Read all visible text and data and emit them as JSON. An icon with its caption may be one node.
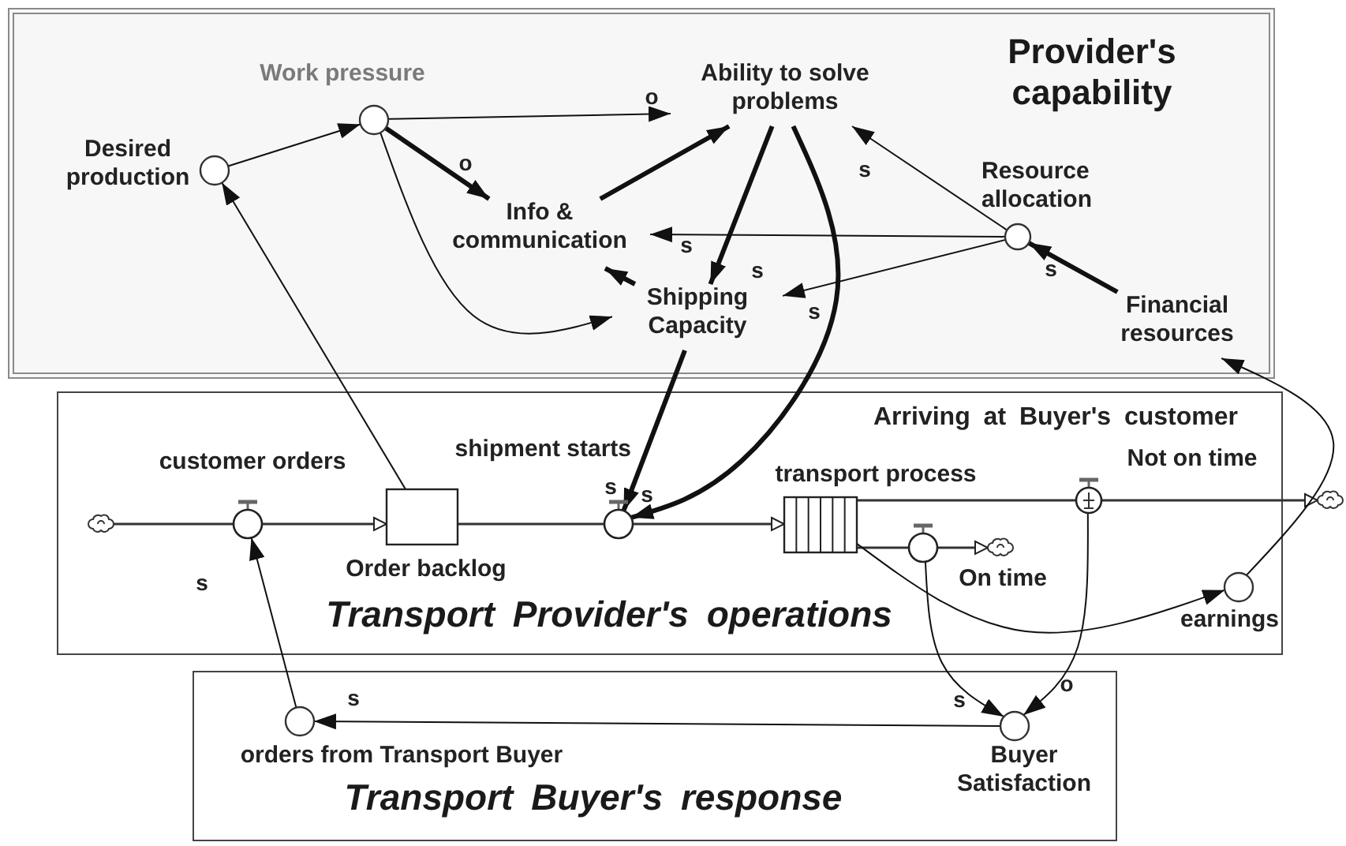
{
  "diagram": {
    "nodes": [
      {
        "text": [
          "Provider's capability"
        ]
      },
      {
        "text": [
          "Desired production"
        ],
        "in": 0
      },
      {
        "text": [
          "Work pressure"
        ],
        "in": 0
      },
      {
        "text": [
          "Ability to solve problems"
        ],
        "in": 0
      },
      {
        "text": [
          "Info & communication"
        ],
        "in": 0
      },
      {
        "text": [
          "Resource allocation"
        ],
        "in": 0
      },
      {
        "text": [
          "Shipping Capacity"
        ],
        "in": 0
      },
      {
        "text": [
          "Financial resources"
        ],
        "in": 0
      },
      {
        "text": [
          "Transport Provider's operations"
        ]
      },
      {
        "text": [],
        "shape": "cloud",
        "in": 8
      },
      {
        "text": [
          "customer orders"
        ],
        "in": 8
      },
      {
        "text": [
          "Order backlog"
        ],
        "in": 8
      },
      {
        "text": [
          "shipment starts"
        ],
        "in": 8
      },
      {
        "text": [
          "transport process"
        ],
        "in": 8
      },
      {
        "text": [
          "Not on time"
        ],
        "in": 8
      },
      {
        "text": [],
        "shape": "cloud"
      },
      {
        "text": [
          "On time"
        ],
        "in": 8
      },
      {
        "text": [],
        "shape": "cloud",
        "in": 8
      },
      {
        "text": [
          "earnings"
        ],
        "in": 8
      },
      {
        "text": [
          "Transport Buyer's response"
        ]
      },
      {
        "text": [
          "orders from Transport Buyer"
        ],
        "in": 19
      },
      {
        "text": [
          "Buyer Satisfaction"
        ],
        "in": 19
      }
    ],
    "edges": [
      {
        "from": 1,
        "to": 2,
        "arrow": "to"
      },
      {
        "from": 2,
        "to": 3,
        "arrow": "to",
        "label": "o"
      },
      {
        "from": 2,
        "to": 4,
        "arrow": "to",
        "label": "o",
        "style": "thick"
      },
      {
        "from": 2,
        "to": 6,
        "arrow": "to"
      },
      {
        "from": 4,
        "to": 3,
        "arrow": "to",
        "style": "thick"
      },
      {
        "from": 3,
        "to": 6,
        "arrow": "to",
        "label": "s",
        "style": "thick"
      },
      {
        "from": 3,
        "to": 12,
        "arrow": "to",
        "label": "s",
        "style": "thick"
      },
      {
        "from": 5,
        "to": 3,
        "arrow": "to",
        "label": "s"
      },
      {
        "from": 5,
        "to": 4,
        "arrow": "to",
        "label": "s"
      },
      {
        "from": 5,
        "to": 6,
        "arrow": "to",
        "label": "s"
      },
      {
        "from": 7,
        "to": 5,
        "arrow": "to",
        "label": "s",
        "style": "thick"
      },
      {
        "from": 6,
        "to": 4,
        "arrow": "to",
        "style": "thick"
      },
      {
        "from": 6,
        "to": 12,
        "arrow": "to",
        "label": "s",
        "style": "thick"
      },
      {
        "from": 11,
        "to": 1,
        "arrow": "to"
      },
      {
        "from": 9,
        "to": 10,
        "arrow": "none"
      },
      {
        "from": 10,
        "to": 11,
        "arrow": "to"
      },
      {
        "from": 11,
        "to": 12,
        "arrow": "none"
      },
      {
        "from": 12,
        "to": 13,
        "arrow": "to"
      },
      {
        "from": 13,
        "to": 14,
        "arrow": "none"
      },
      {
        "from": 14,
        "to": 15,
        "arrow": "to"
      },
      {
        "from": 13,
        "to": 16,
        "arrow": "none"
      },
      {
        "from": 16,
        "to": 17,
        "arrow": "to"
      },
      {
        "from": 13,
        "to": 18,
        "arrow": "to"
      },
      {
        "from": 18,
        "to": 7,
        "arrow": "to"
      },
      {
        "from": 20,
        "to": 10,
        "arrow": "to",
        "label": "s"
      },
      {
        "from": 21,
        "to": 20,
        "arrow": "to",
        "label": "s"
      },
      {
        "from": 16,
        "to": 21,
        "arrow": "to",
        "label": "s"
      },
      {
        "from": 14,
        "to": 21,
        "arrow": "to",
        "label": "o"
      }
    ],
    "labels": [
      "Arriving at Buyer's customer"
    ]
  }
}
